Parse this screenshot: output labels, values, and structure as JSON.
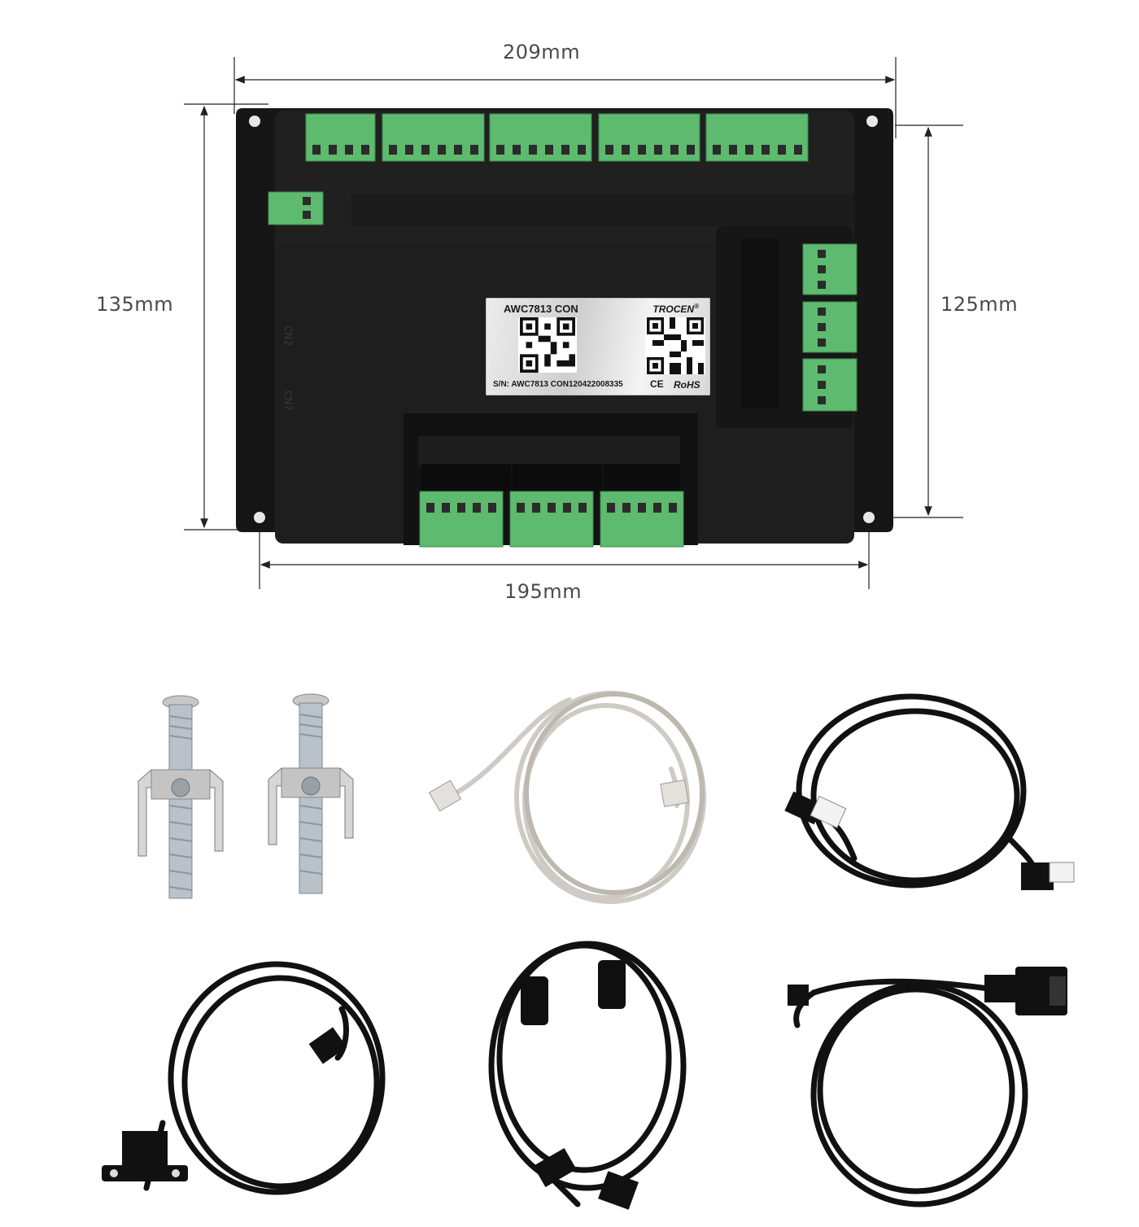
{
  "dimensions": {
    "top_width": "209mm",
    "left_height": "135mm",
    "right_height": "125mm",
    "bottom_width": "195mm"
  },
  "board": {
    "model_label": "AWC7813 CON",
    "brand_label": "TROCEN",
    "brand_mark": "®",
    "serial_label": "S/N: AWC7813 CON120422008335",
    "ce_label": "CE",
    "rohs_label": "RoHS"
  },
  "accessories": [
    {
      "name": "mounting-bracket-screw"
    },
    {
      "name": "mounting-bracket-screw"
    },
    {
      "name": "ethernet-cable"
    },
    {
      "name": "usb-cable-angled"
    },
    {
      "name": "usb-b-panel-mount-cable"
    },
    {
      "name": "usb-a-to-b-cable-ferrite"
    },
    {
      "name": "db9-serial-extension-cable"
    }
  ],
  "colors": {
    "board": "#1c1c1c",
    "terminal": "#5dba6e",
    "cable_black": "#111111",
    "cable_grey": "#cfcbc4"
  }
}
